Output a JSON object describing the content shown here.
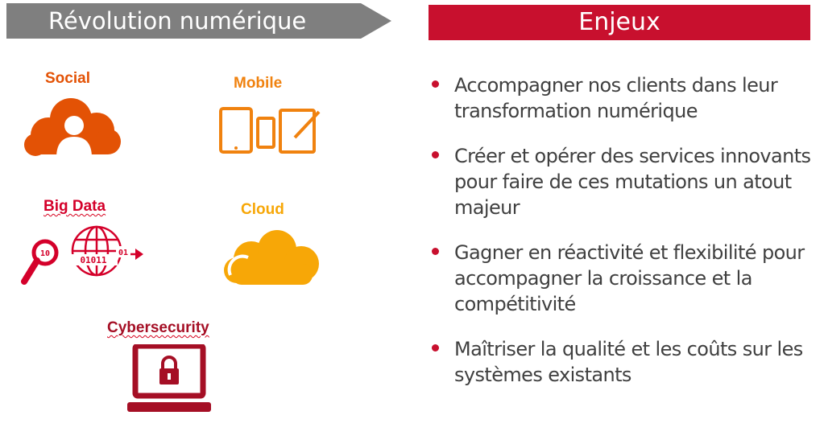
{
  "left_header": {
    "title": "Révolution numérique"
  },
  "right_header": {
    "title": "Enjeux"
  },
  "categories": {
    "social": "Social",
    "mobile": "Mobile",
    "bigdata": "Big Data",
    "cloud": "Cloud",
    "cyber": "Cybersecurity"
  },
  "bigdata_icon": {
    "left_digits": "10",
    "mid_digits": "01011",
    "right_digits": "01"
  },
  "bullets": [
    {
      "text": "Accompagner nos clients dans leur transformation numérique"
    },
    {
      "text": "Créer et opérer des services innovants pour faire de ces mutations un atout majeur"
    },
    {
      "text": "Gagner en réactivité et flexibilité pour accompagner la croissance et la compétitivité"
    },
    {
      "text": "Maîtriser la qualité et les coûts sur les systèmes existants"
    }
  ],
  "colors": {
    "orange_red": "#e35205",
    "orange": "#f0820f",
    "yellow": "#f7a707",
    "crimson": "#d4002a",
    "dark_red": "#a50f25",
    "header_gray": "#7f7f7f",
    "header_red": "#c8102e"
  }
}
